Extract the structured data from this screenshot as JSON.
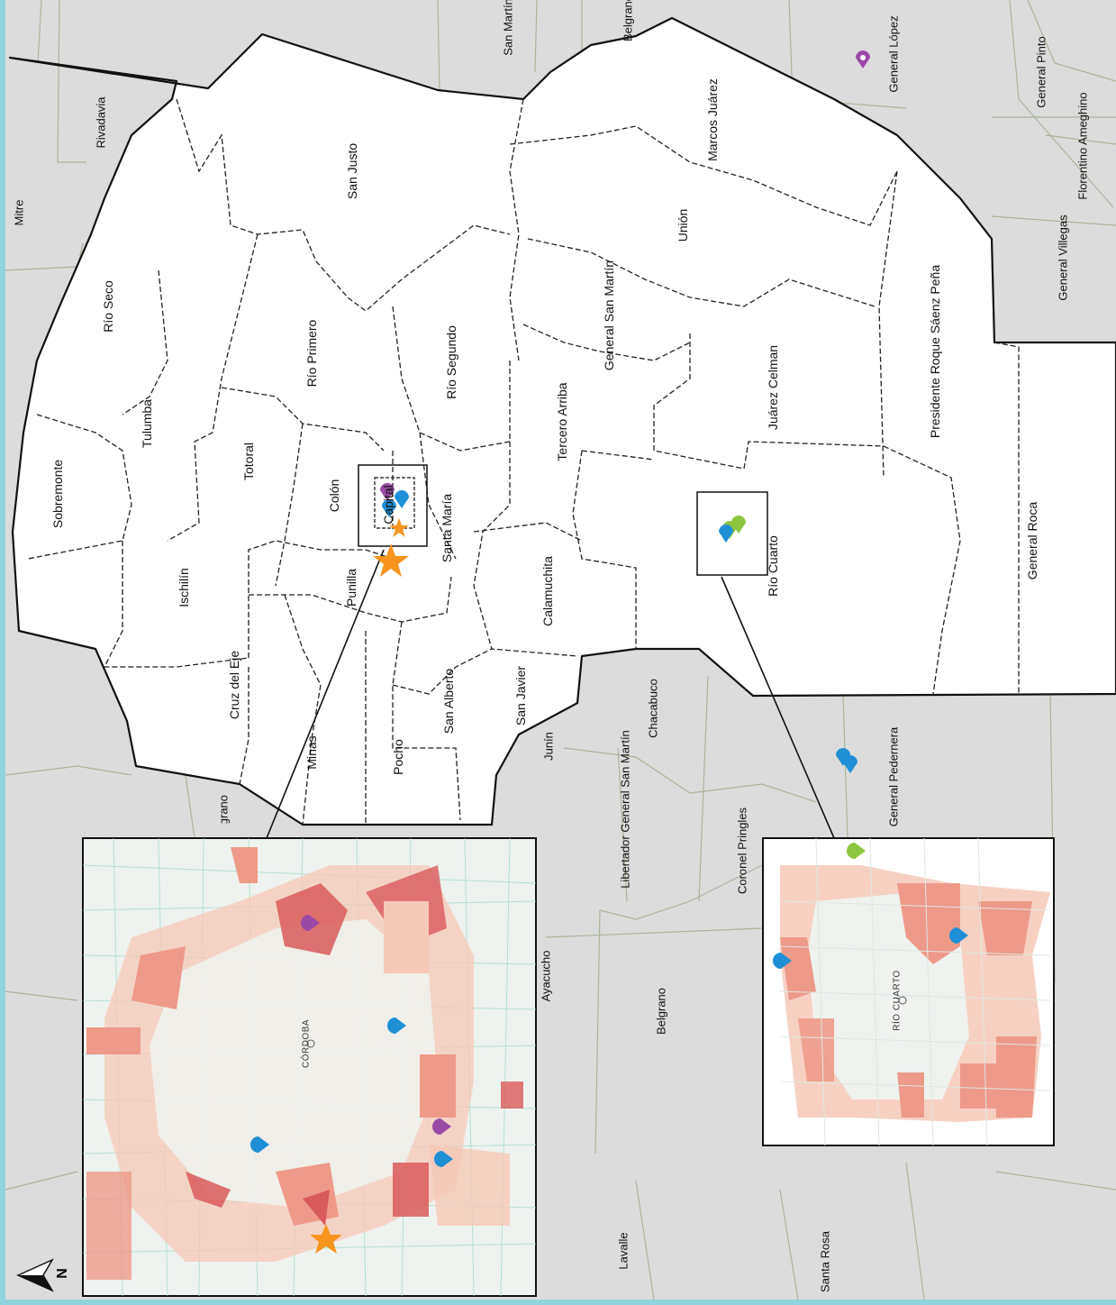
{
  "map": {
    "north_label": "N",
    "colors": {
      "background": "#dcdcdc",
      "province_fill": "#ffffff",
      "inset_base": "#eef3f0",
      "choropleth_light": "#f6c8b8",
      "choropleth_mid": "#ee9a88",
      "choropleth_dark": "#d95a5a",
      "marker_blue": "#1f8fd6",
      "marker_purple": "#9a4aa5",
      "marker_green": "#8cc63f",
      "marker_orange": "#f7941d",
      "road_color": "#9fd8c8",
      "frame_color": "#8fd3dc"
    },
    "departments": [
      "Sobremonte",
      "Río Seco",
      "Tulumba",
      "Ischilín",
      "Totoral",
      "Río Primero",
      "San Justo",
      "Colón",
      "Capital",
      "Punilla",
      "Cruz del Eje",
      "Minas",
      "Pocho",
      "San Alberto",
      "San Javier",
      "Santa María",
      "Río Segundo",
      "Calamuchita",
      "Tercero Arriba",
      "General San Martín",
      "Unión",
      "Marcos Juárez",
      "Juárez Celman",
      "Río Cuarto",
      "Presidente Roque Sáenz Peña",
      "General Roca"
    ],
    "neighbors": [
      "Mitre",
      "Rivadavia",
      "San Martín",
      "Belgrano",
      "General López",
      "General Pinto",
      "Florentino Ameghino",
      "General Villegas",
      "Junín",
      "Libertador General San Martín",
      "Chacabuco",
      "Coronel Pringles",
      "General Pedernera",
      "Ayacucho",
      "Belgrano",
      "Lavalle",
      "Santa Rosa",
      "Belgrano"
    ],
    "inset_cities": {
      "cordoba": "CÓRDOBA",
      "rio_cuarto": "RÍO CUARTO"
    }
  }
}
